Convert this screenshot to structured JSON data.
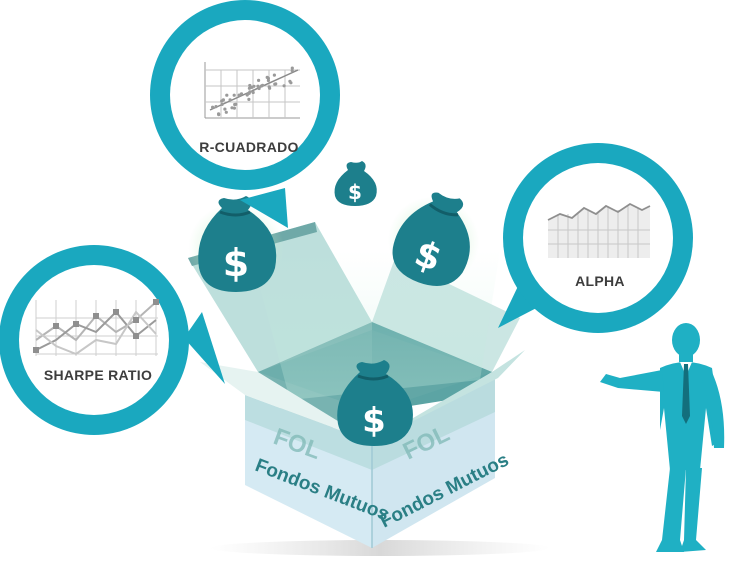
{
  "bubbles": {
    "r_squared": "R-CUADRADO",
    "alpha": "ALPHA",
    "sharpe": "SHARPE RATIO"
  },
  "box": {
    "logo_left": "FOL",
    "logo_right": "FOL",
    "label_left": "Fondos Mutuos",
    "label_right": "Fondos Mutuos"
  },
  "money_symbol": "$",
  "colors": {
    "accent": "#1aa8bf",
    "bag": "#1d7f8c",
    "box_light": "#d3ebe9",
    "box_mid": "#a9d5d2",
    "box_side": "#dfeef6",
    "person": "#1fb0c4"
  },
  "icons": {
    "scatter": "scatter-chart-icon",
    "alpha": "area-line-chart-icon",
    "sharpe": "multi-line-chart-icon",
    "person": "businessman-presenting-icon",
    "bag": "money-bag-icon"
  }
}
